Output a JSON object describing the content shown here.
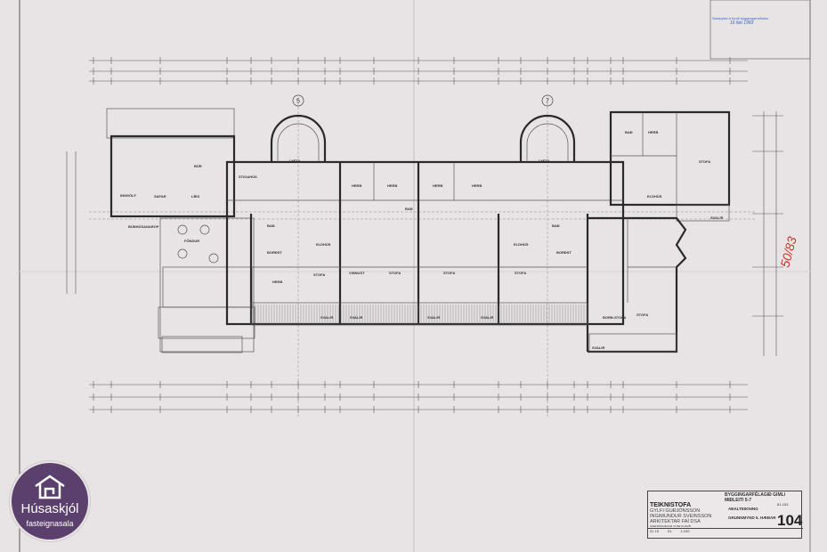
{
  "drawing": {
    "grid_markers": [
      "5",
      "7"
    ],
    "rooms": [
      "BÚR",
      "SAFAR",
      "LÍÐS",
      "INNGÓLF",
      "FÖNDUR",
      "STIGAHÚS",
      "BAÐ",
      "HERB",
      "STOFA",
      "BORÐST",
      "ELDHÚS",
      "HERB",
      "STOFA",
      "VINNUST",
      "SVALIR",
      "SVALIR",
      "BAÐ",
      "ELDHÚS",
      "STOFA",
      "HERB",
      "SVALIR",
      "BAÐ",
      "HERB",
      "HERB",
      "STOFA",
      "BORÐST",
      "SVALIR",
      "BORÐ-STOFA",
      "STOFA",
      "SVALIR",
      "ELDHÚS",
      "BAÐ",
      "HERB",
      "STOFA",
      "SVALIR",
      "LYFTA",
      "LYFTA"
    ],
    "annotation": "BÚÐHÚSANAROP"
  },
  "handwritten_sheet_number": "50/83",
  "stamp": {
    "text": "Samþykkt á fundi byggingarnefndar",
    "date": "16 feb 1983"
  },
  "title_block": {
    "firm": "TEIKNISTOFA",
    "architects": [
      "GYLFI GUÐJÓNSSON",
      "INGIMUNDUR SVEINSSON",
      "ARKITEKTAR FAÍ DSA"
    ],
    "address": "GRENSÁSVEGUR 11 REYKJAVÍK",
    "project": "BYGGINGARFÉLAGIÐ GIMLI MIÐLEITI 5-7",
    "title": "AÐALTEIKNING",
    "subtitle": "GRUNNMYND 5. HÆÐAR",
    "date_code": "81-153",
    "drawing_number": "104",
    "scale": "1:100",
    "verk": "01 15",
    "teikn": "01"
  },
  "logo": {
    "name": "Húsaskjól",
    "tagline": "fasteignasala",
    "color": "#5b3f6c"
  }
}
